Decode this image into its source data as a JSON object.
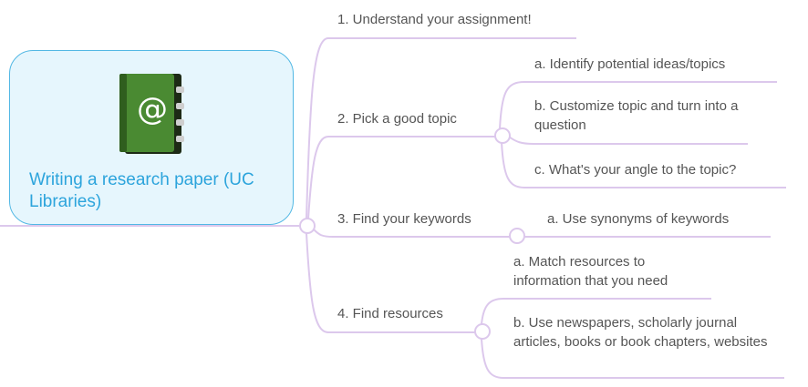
{
  "root": {
    "title": "Writing a research paper (UC Libraries)",
    "icon": "address-book-icon"
  },
  "branches": [
    {
      "label": "1. Understand your assignment!",
      "children": []
    },
    {
      "label": "2. Pick a good topic",
      "children": [
        {
          "label": "a. Identify potential ideas/topics"
        },
        {
          "label": "b. Customize topic and turn into a question"
        },
        {
          "label": "c. What's your angle to the topic?"
        }
      ]
    },
    {
      "label": "3. Find your keywords",
      "children": [
        {
          "label": "a. Use synonyms of keywords"
        }
      ]
    },
    {
      "label": "4. Find resources",
      "children": [
        {
          "label": "a. Match resources to information that you need"
        },
        {
          "label": "b. Use newspapers, scholarly journal articles, books or book chapters, websites"
        }
      ]
    }
  ],
  "colors": {
    "connector": "#dcc8ec",
    "root_border": "#52b8e4",
    "root_fill": "#e6f6fd",
    "root_text": "#2ca4dc",
    "label_text": "#555555"
  }
}
